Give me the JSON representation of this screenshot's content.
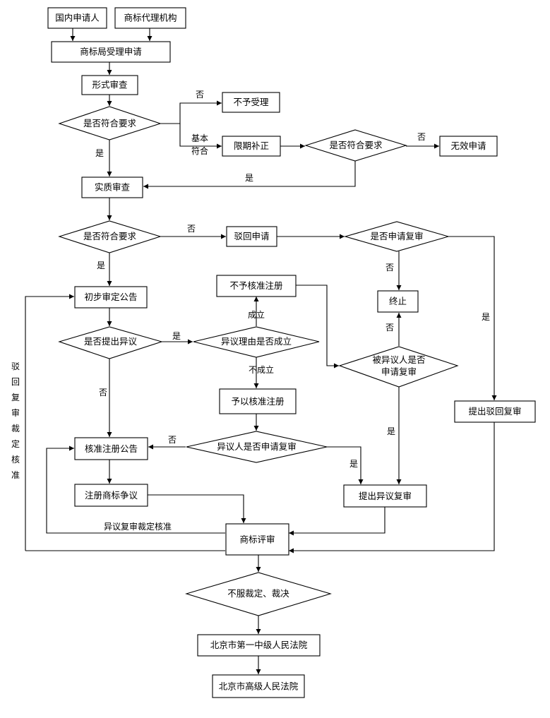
{
  "nodes": {
    "domestic_applicant": "国内申请人",
    "agency": "商标代理机构",
    "office_accept": "商标局受理申请",
    "formal_exam": "形式审查",
    "meets_req_1": "是否符合要求",
    "not_accepted": "不予受理",
    "correction": "限期补正",
    "meets_req_2": "是否符合要求",
    "invalid": "无效申请",
    "substantive_exam": "实质审查",
    "meets_req_3": "是否符合要求",
    "rejected": "驳回申请",
    "apply_review_q": "是否申请复审",
    "prelim_announce": "初步审定公告",
    "not_approved_reg": "不予核准注册",
    "terminated": "终止",
    "opposition_q": "是否提出异议",
    "opposition_valid_q": "异议理由是否成立",
    "opposed_review_q_line1": "被异议人是否",
    "opposed_review_q_line2": "申请复审",
    "approve_reg": "予以核准注册",
    "reject_review": "提出驳回复审",
    "reg_announce": "核准注册公告",
    "opponent_review_q": "异议人是否申请复审",
    "reg_dispute": "注册商标争议",
    "opposition_review": "提出异议复审",
    "tm_review": "商标评审",
    "dispute_q": "不服裁定、裁决",
    "court1": "北京市第一中级人民法院",
    "court2": "北京市高级人民法院"
  },
  "labels": {
    "no": "否",
    "yes": "是",
    "basic_match_1": "基本",
    "basic_match_2": "符合",
    "established": "成立",
    "not_established": "不成立",
    "review_approve": "异议复审裁定核准",
    "reject_review_vertical": [
      "驳",
      "回",
      "复",
      "审",
      "裁",
      "定",
      "核",
      "准"
    ]
  }
}
